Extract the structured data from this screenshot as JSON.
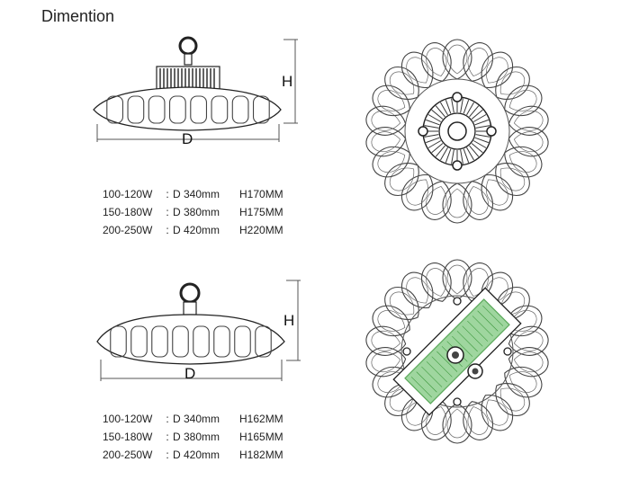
{
  "title": "Dimention",
  "labels": {
    "diameter": "D",
    "height": "H"
  },
  "specs_top": [
    {
      "wattage": "100-120W",
      "sep": ":",
      "diameter": "D 340mm",
      "height": "H170MM"
    },
    {
      "wattage": "150-180W",
      "sep": ":",
      "diameter": "D 380mm",
      "height": "H175MM"
    },
    {
      "wattage": "200-250W",
      "sep": ":",
      "diameter": "D 420mm",
      "height": "H220MM"
    }
  ],
  "specs_bottom": [
    {
      "wattage": "100-120W",
      "sep": ":",
      "diameter": "D 340mm",
      "height": "H162MM"
    },
    {
      "wattage": "150-180W",
      "sep": ":",
      "diameter": "D 380mm",
      "height": "H165MM"
    },
    {
      "wattage": "200-250W",
      "sep": ":",
      "diameter": "D 420mm",
      "height": "H182MM"
    }
  ],
  "colors": {
    "line": "#333333",
    "board": "#8fd08f",
    "board_dark": "#3f9a3f"
  }
}
